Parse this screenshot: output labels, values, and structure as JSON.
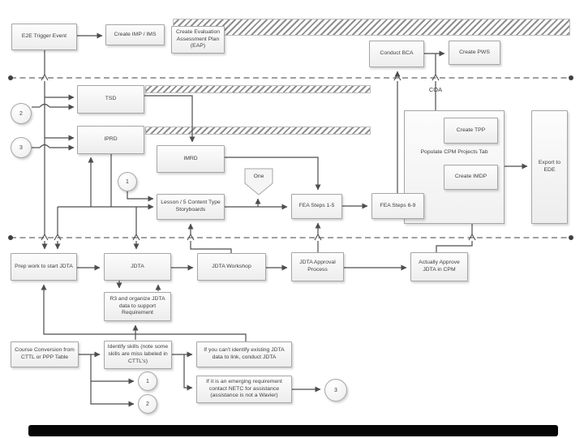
{
  "diagram": {
    "description": "E2E JDTA process flowchart",
    "colors": {
      "line": "#4d4d4d",
      "lane_line": "#808080",
      "box_border": "#a6a6a6",
      "text": "#404040",
      "hatch_stripe": "#8f8f8f",
      "bottom_bar": "#060606"
    },
    "nodes": {
      "e2e": {
        "label": "E2E Trigger Event"
      },
      "imp_ims": {
        "label": "Create IMP / IMS"
      },
      "eap": {
        "label": "Create Evaluation Assessment Plan (EAP)"
      },
      "tsd": {
        "label": "TSD"
      },
      "iprd": {
        "label": "IPRD"
      },
      "imrd": {
        "label": "IMRD"
      },
      "lesson": {
        "label": "Lesson / 5 Content Type Storyboards"
      },
      "one": {
        "label": "One"
      },
      "fea15": {
        "label": "FEA Steps 1-5"
      },
      "fea69": {
        "label": "FEA Steps 6-9"
      },
      "bca": {
        "label": "Conduct BCA"
      },
      "pws": {
        "label": "Create PWS"
      },
      "coa": {
        "label": "COA"
      },
      "cpm_container": {
        "label": "Populate CPM Projects Tab"
      },
      "tpp": {
        "label": "Create TPP"
      },
      "imdp": {
        "label": "Create IMDP"
      },
      "export_ede": {
        "label": "Export to EDE"
      },
      "prep": {
        "label": "Prep work to start JDTA"
      },
      "jdta": {
        "label": "JDTA"
      },
      "workshop": {
        "label": "JDTA Workshop"
      },
      "approval": {
        "label": "JDTA Approval Process"
      },
      "actually": {
        "label": "Actually Approve JDTA in CPM"
      },
      "r3": {
        "label": "R3 and organize JDTA data to support Requirement"
      },
      "course": {
        "label": "Course Conversion from CTTL or PPP Table"
      },
      "identify": {
        "label": "Identify skills (note some skills are miss labeled in CTTL's)"
      },
      "cant_identify": {
        "label": "If you can't identify existing JDTA data to link, conduct JDTA"
      },
      "emerging": {
        "label": "If it is an emerging requirement contact NETC for assistance (assistance is not a Wavier)"
      },
      "circle_2_left": {
        "label": "2"
      },
      "circle_3_left": {
        "label": "3"
      },
      "circle_1_mid": {
        "label": "1"
      },
      "circle_1_bottom": {
        "label": "1"
      },
      "circle_2_bottom": {
        "label": "2"
      },
      "circle_3_bottom": {
        "label": "3"
      }
    }
  }
}
